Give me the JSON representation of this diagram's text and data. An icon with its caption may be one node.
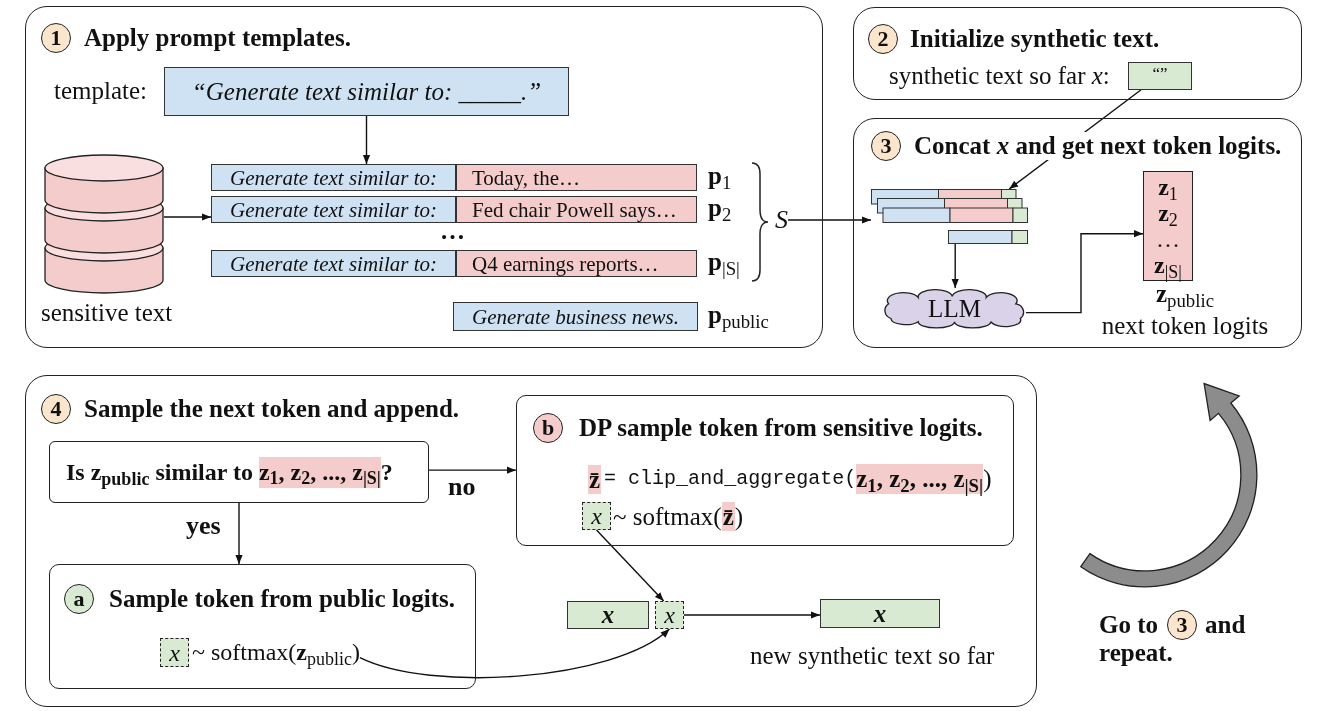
{
  "diagram": {
    "nodes": [
      {
        "text": [
          "Apply prompt templates."
        ]
      },
      {
        "text": [
          "1"
        ],
        "in": 0
      },
      {
        "text": [
          "“Generate text similar to: _____.”"
        ],
        "beside": [
          "template:"
        ],
        "in": 0
      },
      {
        "text": [],
        "shape": "cylinder",
        "beside": [
          "sensitive text"
        ],
        "in": 0
      },
      {
        "text": [
          "Generate text similar to:"
        ],
        "in": 0
      },
      {
        "text": [
          "Today, the…"
        ],
        "beside": [
          "**p**$_{1}$"
        ],
        "in": 0
      },
      {
        "text": [
          "Generate text similar to:"
        ],
        "in": 0
      },
      {
        "text": [
          "Fed chair Powell says…"
        ],
        "beside": [
          "**p**$_{2}$"
        ],
        "in": 0
      },
      {
        "text": [
          "Generate text similar to:"
        ],
        "in": 0
      },
      {
        "text": [
          "Q4 earnings reports…"
        ],
        "beside": [
          "**p**$_{|S|}$"
        ],
        "in": 0
      },
      {
        "text": [
          "Generate business news."
        ],
        "beside": [
          "**p**$_{public}$"
        ],
        "in": 0
      },
      {
        "text": [
          "S"
        ],
        "in": 0
      },
      {
        "text": [
          "Initialize synthetic text."
        ]
      },
      {
        "text": [
          "2"
        ],
        "in": 12
      },
      {
        "text": [
          "“”"
        ],
        "beside": [
          "synthetic text so far *x*:"
        ],
        "in": 12
      },
      {
        "text": [
          "Concat *x* and get next token logits."
        ]
      },
      {
        "text": [
          "3"
        ],
        "in": 15
      },
      {
        "text": [],
        "shape": "picture",
        "in": 15
      },
      {
        "text": [],
        "shape": "bar",
        "in": 15
      },
      {
        "text": [
          "LLM"
        ],
        "in": 15
      },
      {
        "text": [
          "**z**$_{1}$",
          "**z**$_{2}$",
          "…",
          "**z**$_{|S|}$"
        ],
        "beside": [
          "**z**$_{public}$",
          "next token logits"
        ],
        "in": 15
      },
      {
        "text": [
          "Sample the next token and append."
        ]
      },
      {
        "text": [
          "4"
        ],
        "in": 21
      },
      {
        "text": [
          "Is z$_{public}$ similar to",
          "z$_{1}$, z$_{2}$, ..., z$_{|S|}$",
          "?"
        ],
        "in": 21
      },
      {
        "text": [
          "DP sample token from sensitive logits.",
          "z̄",
          "= clip_and_aggregate(",
          "z$_{1}$, z$_{2}$, ..., z$_{|S|}$",
          ")",
          "~ softmax(",
          "z̄",
          ")"
        ],
        "in": 21
      },
      {
        "text": [
          "b"
        ],
        "in": 24
      },
      {
        "text": [
          "x"
        ],
        "in": 24
      },
      {
        "text": [
          "Sample token from public logits."
        ],
        "in": 21
      },
      {
        "text": [
          "a"
        ],
        "in": 27
      },
      {
        "text": [
          "x"
        ],
        "in": 27
      },
      {
        "text": [
          "~ softmax(**z**$_{public}$)"
        ],
        "in": 27
      },
      {
        "text": [
          "x"
        ],
        "in": 21
      },
      {
        "text": [
          "x"
        ],
        "in": 21
      },
      {
        "text": [
          "x"
        ],
        "beside": [
          "new synthetic text so far"
        ],
        "in": 21
      },
      {
        "text": [
          "3"
        ],
        "beside": [
          "Go to",
          "and",
          "repeat."
        ]
      }
    ],
    "edges": [
      {
        "from": 2,
        "to": 4,
        "arrow": "to"
      },
      {
        "from": 3,
        "to": 6,
        "arrow": "to"
      },
      {
        "from": 11,
        "to": 17,
        "arrow": "to"
      },
      {
        "from": 14,
        "to": 17,
        "arrow": "to"
      },
      {
        "from": 18,
        "to": 19,
        "arrow": "to"
      },
      {
        "from": 19,
        "to": 20,
        "arrow": "to"
      },
      {
        "from": 23,
        "to": 24,
        "arrow": "to",
        "label": "no"
      },
      {
        "from": 23,
        "to": 27,
        "arrow": "to",
        "label": "yes"
      },
      {
        "from": 26,
        "to": 32,
        "arrow": "to"
      },
      {
        "from": 30,
        "to": 32,
        "arrow": "to"
      },
      {
        "from": 32,
        "to": 33,
        "arrow": "to"
      }
    ],
    "labels": [
      "…"
    ]
  }
}
